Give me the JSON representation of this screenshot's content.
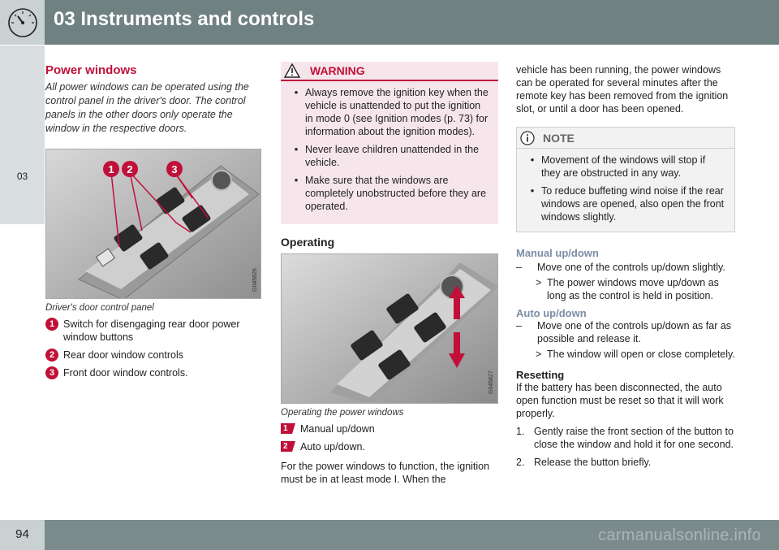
{
  "header": {
    "title": "03 Instruments and controls",
    "icon": "speedometer-icon"
  },
  "side_tab": {
    "label": "03"
  },
  "footer": {
    "page": "94",
    "watermark": "carmanualsonline.info"
  },
  "col1": {
    "title": "Power windows",
    "intro": "All power windows can be operated using the control panel in the driver's door. The control panels in the other doors only operate the window in the respective doors.",
    "photo_code": "G045826",
    "photo_callouts": [
      "1",
      "2",
      "3"
    ],
    "caption": "Driver's door control panel",
    "legend": [
      {
        "num": "1",
        "text": "Switch for disengaging rear door power window buttons"
      },
      {
        "num": "2",
        "text": "Rear door window controls"
      },
      {
        "num": "3",
        "text": "Front door window controls."
      }
    ]
  },
  "col2": {
    "warning": {
      "title": "WARNING",
      "items": [
        "Always remove the ignition key when the vehicle is unattended to put the ignition in mode 0 (see Ignition modes (p. 73) for information about the ignition modes).",
        "Never leave children unattended in the vehicle.",
        "Make sure that the windows are completely unobstructed before they are operated."
      ]
    },
    "operating_title": "Operating",
    "photo_code": "G045827",
    "caption": "Operating the power windows",
    "legend": [
      {
        "num": "1",
        "text": "Manual up/down"
      },
      {
        "num": "2",
        "text": "Auto up/down."
      }
    ],
    "para": "For the power windows to function, the ignition must be in at least mode I. When the"
  },
  "col3": {
    "para": "vehicle has been running, the power windows can be operated for several minutes after the remote key has been removed from the ignition slot, or until a door has been opened.",
    "note": {
      "title": "NOTE",
      "items": [
        "Movement of the windows will stop if they are obstructed in any way.",
        "To reduce buffeting wind noise if the rear windows are opened, also open the front windows slightly."
      ]
    },
    "manual_title": "Manual up/down",
    "manual_step": "Move one of the controls up/down slightly.",
    "manual_result": "The power windows move up/down as long as the control is held in position.",
    "auto_title": "Auto up/down",
    "auto_step": "Move one of the controls up/down as far as possible and release it.",
    "auto_result": "The window will open or close completely.",
    "resetting_title": "Resetting",
    "resetting_para": "If the battery has been disconnected, the auto open function must be reset so that it will work properly.",
    "steps": [
      {
        "num": "1.",
        "text": "Gently raise the front section of the button to close the window and hold it for one second."
      },
      {
        "num": "2.",
        "text": "Release the button briefly."
      }
    ]
  }
}
